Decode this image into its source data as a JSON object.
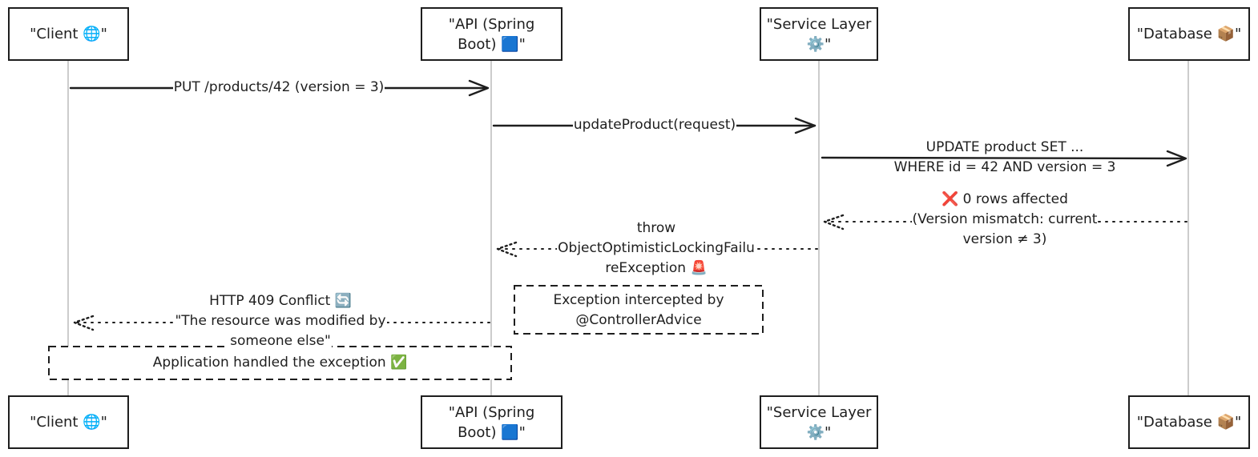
{
  "actors": [
    {
      "id": "client",
      "label": "\"Client 🌐\""
    },
    {
      "id": "api",
      "label": "\"API (Spring Boot) 🟦\""
    },
    {
      "id": "service",
      "label": "\"Service Layer ⚙️\""
    },
    {
      "id": "db",
      "label": "\"Database 📦\""
    }
  ],
  "messages": [
    {
      "from": "client",
      "to": "api",
      "style": "solid",
      "lines": [
        "PUT /products/42 (version = 3)"
      ]
    },
    {
      "from": "api",
      "to": "service",
      "style": "solid",
      "lines": [
        "updateProduct(request)"
      ]
    },
    {
      "from": "service",
      "to": "db",
      "style": "solid",
      "lines": [
        "UPDATE product SET ...",
        "WHERE id = 42 AND version = 3"
      ]
    },
    {
      "from": "db",
      "to": "service",
      "style": "dotted",
      "lines": [
        "❌ 0 rows affected",
        "(Version mismatch: current",
        "version ≠ 3)"
      ]
    },
    {
      "from": "service",
      "to": "api",
      "style": "dotted",
      "lines": [
        "throw",
        "ObjectOptimisticLockingFailu",
        "reException 🚨"
      ]
    },
    {
      "from": "api",
      "to": "client",
      "style": "dotted",
      "lines": [
        "HTTP 409 Conflict 🔄",
        "\"The resource was modified by",
        "someone else\""
      ]
    }
  ],
  "notes": [
    {
      "lines": [
        "Exception intercepted by",
        "@ControllerAdvice"
      ]
    },
    {
      "lines": [
        "Application handled the exception ✅"
      ]
    }
  ]
}
